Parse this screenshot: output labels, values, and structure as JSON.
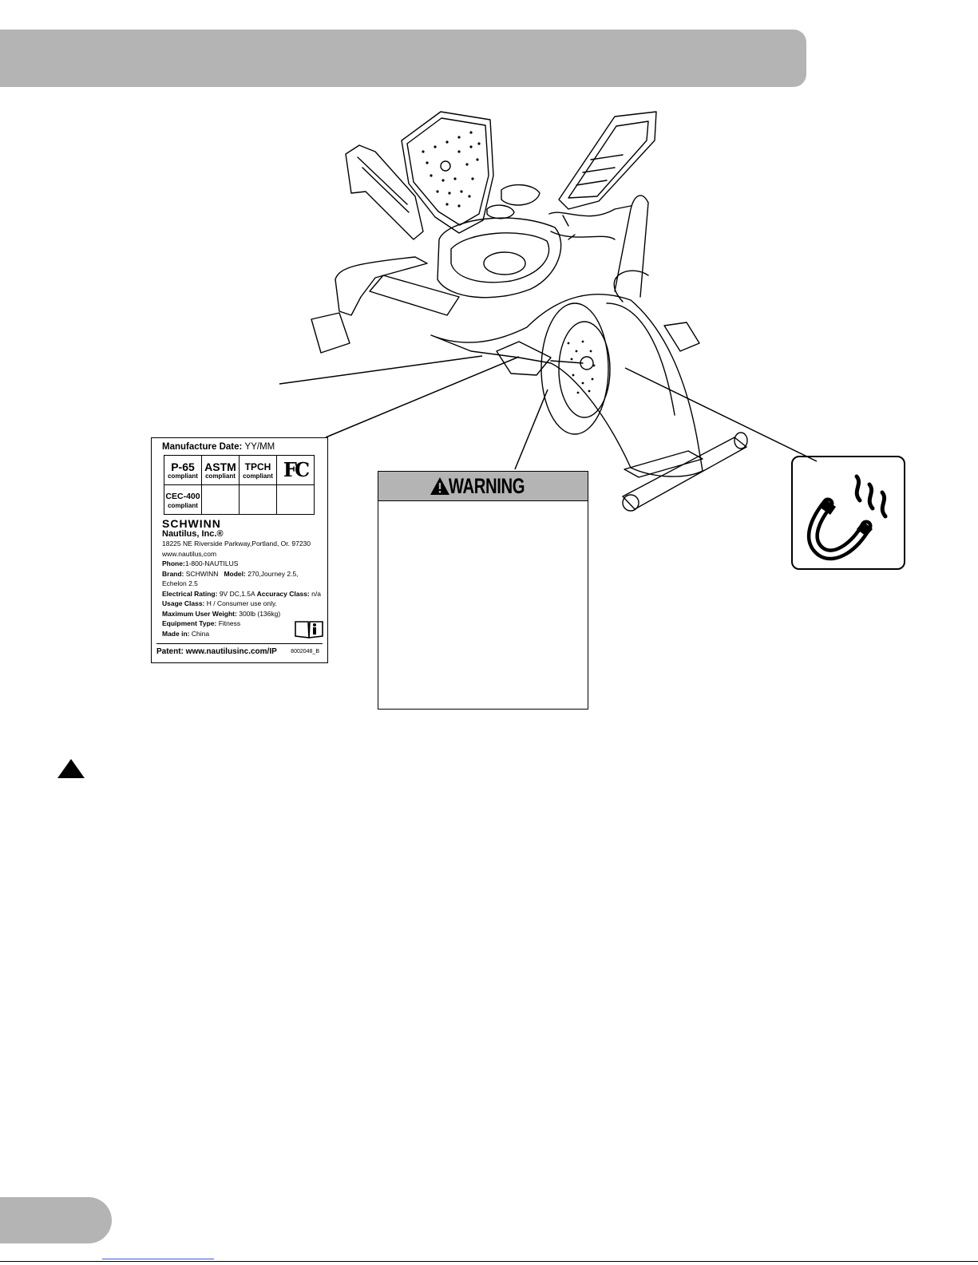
{
  "product_label": {
    "manufacture_date_label": "Manufacture Date:",
    "manufacture_date_value": "YY/MM",
    "compliance": [
      {
        "name": "P-65",
        "sub": "compliant"
      },
      {
        "name": "ASTM",
        "sub": "compliant"
      },
      {
        "name": "TPCH",
        "sub": "compliant"
      },
      {
        "name": "FC",
        "sub": ""
      },
      {
        "name": "CEC-400",
        "sub": "compliant"
      }
    ],
    "brand_logo": "SCHWINN",
    "company": "Nautilus, Inc.®",
    "address": "18225 NE Riverside Parkway,Portland, Or. 97230",
    "website": "www.nautilus,com",
    "phone_label": "Phone:",
    "phone_value": "1-800-NAUTILUS",
    "brand_label": "Brand:",
    "brand_value": "SCHWINN",
    "model_label": "Model:",
    "model_value": "270,Journey 2.5,",
    "model_value_2": "Echelon 2.5",
    "electrical_label": "Electrical Rating:",
    "electrical_value": "9V DC,1.5A",
    "accuracy_label": "Accuracy Class:",
    "accuracy_value": "n/a",
    "usage_label": "Usage Class:",
    "usage_value": "H / Consumer use only.",
    "max_weight_label": "Maximum User Weight:",
    "max_weight_value": "300lb (136kg)",
    "equipment_label": "Equipment Type:",
    "equipment_value": "Fitness",
    "made_label": "Made in:",
    "made_value": "China",
    "patent": "Patent: www.nautilusinc.com/IP",
    "part_number": "8002048_B"
  },
  "warning_label": {
    "title": "WARNING"
  },
  "icons": {
    "magnet": "magnet-icon",
    "warning_triangle": "warning-triangle-icon",
    "manual": "read-manual-icon"
  }
}
